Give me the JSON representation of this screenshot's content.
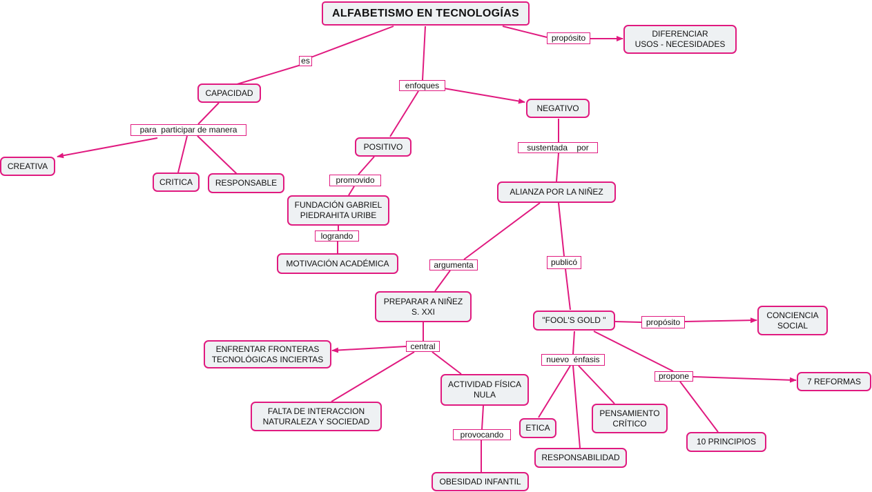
{
  "diagram": {
    "accent_color": "#e0197f",
    "node_fill": "#eef1f3",
    "title": "ALFABETISMO  EN   TECNOLOGÍAS",
    "nodes": {
      "diferenciar": "DIFERENCIAR\nUSOS -    NECESIDADES",
      "capacidad": "CAPACIDAD",
      "negativo": "NEGATIVO",
      "positivo": "POSITIVO",
      "creativa": "CREATIVA",
      "critica": "CRITICA",
      "responsable": "RESPONSABLE",
      "alianza": "ALIANZA  POR  LA  NIÑEZ",
      "fundacion": "FUNDACIÓN GABRIEL\nPIEDRAHITA URIBE",
      "motivacion": "MOTIVACIÓN  ACADÉMICA",
      "preparar": "PREPARAR A NIÑEZ\nS.  XXI",
      "foolsgold": "\"FOOL'S   GOLD \"",
      "conciencia": "CONCIENCIA\nSOCIAL",
      "enfrentar": "ENFRENTAR  FRONTERAS\nTECNOLÓGICAS INCIERTAS",
      "reformas": "7  REFORMAS",
      "actividad": "ACTIVIDAD FÍSICA\nNULA",
      "falta": "FALTA DE INTERACCION\nNATURALEZA  Y  SOCIEDAD",
      "pensamiento": "PENSAMIENTO\nCRÍTICO",
      "etica": "ETICA",
      "principios": "10   PRINCIPIOS",
      "responsabilidad": "RESPONSABILIDAD",
      "obesidad": "OBESIDAD INFANTIL"
    },
    "links": {
      "es": "es",
      "enfoques": "enfoques",
      "proposito1": "propósito",
      "para": "para  participar de manera",
      "sustentada": "sustentada    por",
      "promovido": "promovido",
      "logrando": "logrando",
      "argumenta": "argumenta",
      "publico": "publicó",
      "proposito2": "propósito",
      "central": "central",
      "nuevo": "nuevo  énfasis",
      "propone": "propone",
      "provocando": "provocando"
    }
  }
}
